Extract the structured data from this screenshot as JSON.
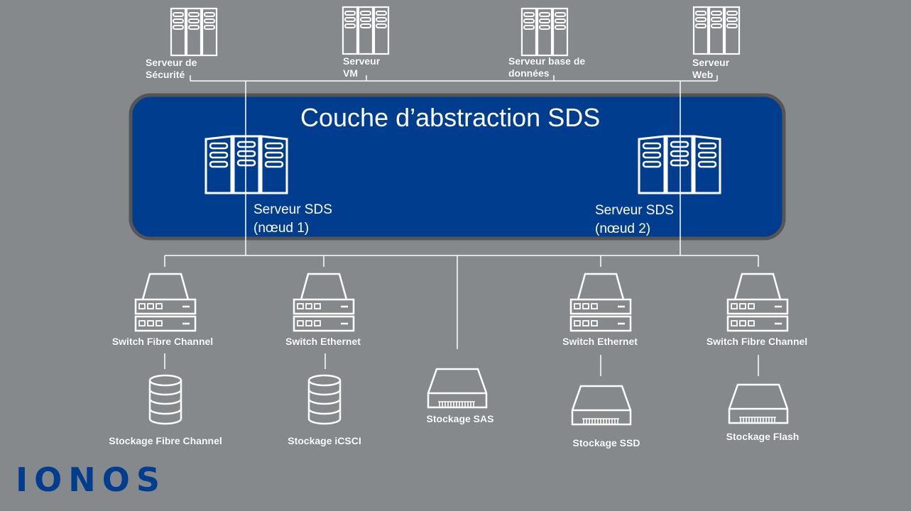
{
  "colors": {
    "background": "#85898c",
    "sds_layer_fill": "#003d8f",
    "sds_layer_border": "#555555",
    "line": "#ffffff",
    "logo": "#003d8f"
  },
  "top_servers": [
    {
      "icon": "server-rack-icon",
      "line1": "Serveur de",
      "line2": "Sécurité"
    },
    {
      "icon": "server-rack-icon",
      "line1": "Serveur",
      "line2": "VM"
    },
    {
      "icon": "server-rack-icon",
      "line1": "Serveur base de",
      "line2": "données"
    },
    {
      "icon": "server-rack-icon",
      "line1": "Serveur",
      "line2": "Web"
    }
  ],
  "sds_layer": {
    "title": "Couche d’abstraction SDS",
    "nodes": [
      {
        "icon": "server-rack-icon",
        "line1": "Serveur SDS",
        "line2": "(nœud 1)"
      },
      {
        "icon": "server-rack-icon",
        "line1": "Serveur SDS",
        "line2": "(nœud 2)"
      }
    ]
  },
  "switches": [
    {
      "icon": "network-switch-icon",
      "label": "Switch Fibre Channel"
    },
    {
      "icon": "network-switch-icon",
      "label": "Switch Ethernet"
    },
    {
      "icon": "network-switch-icon",
      "label": "Switch Ethernet"
    },
    {
      "icon": "network-switch-icon",
      "label": "Switch Fibre Channel"
    }
  ],
  "storage": [
    {
      "icon": "database-icon",
      "label": "Stockage Fibre Channel"
    },
    {
      "icon": "database-icon",
      "label": "Stockage iCSCI"
    },
    {
      "icon": "drive-icon",
      "label": "Stockage SAS"
    },
    {
      "icon": "drive-icon",
      "label": "Stockage SSD"
    },
    {
      "icon": "drive-icon",
      "label": "Stockage Flash"
    }
  ],
  "logo": "IONOS"
}
